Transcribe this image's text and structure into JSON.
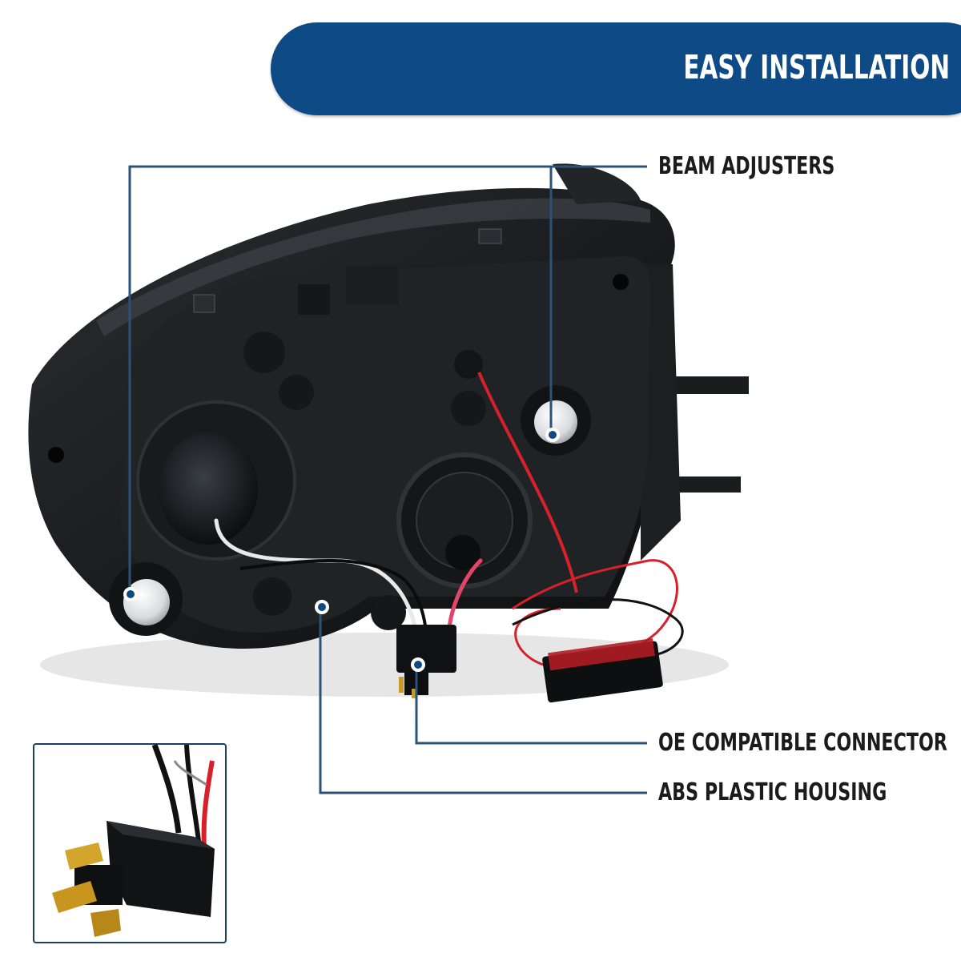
{
  "banner": {
    "title": "EASY INSTALLATION"
  },
  "callouts": {
    "beam_adjusters": "BEAM ADJUSTERS",
    "oe_connector": "OE COMPATIBLE CONNECTOR",
    "abs_housing": "ABS PLASTIC HOUSING"
  },
  "colors": {
    "banner_blue": "#0d4a86",
    "callout_line": "#2c5277",
    "marker_dot": "#0d4a86",
    "wire_red": "#d8202a"
  }
}
